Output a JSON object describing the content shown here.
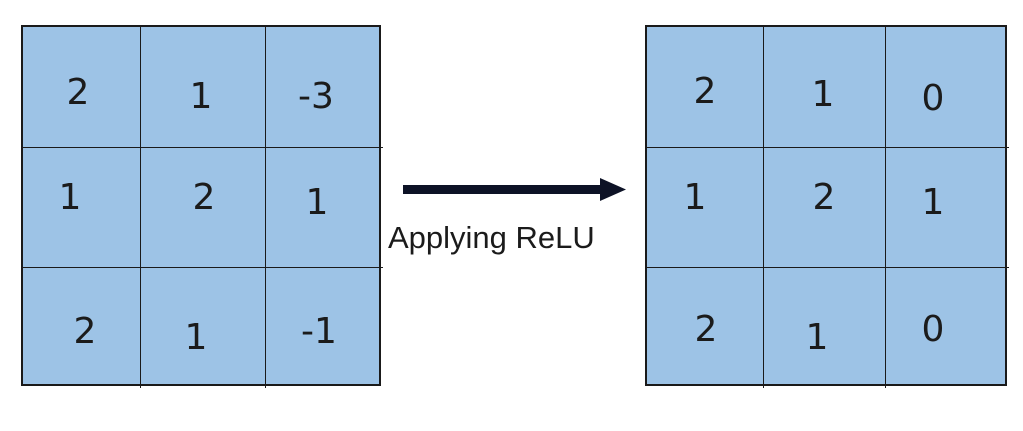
{
  "diagram": {
    "input_matrix": [
      [
        "2",
        "1",
        "-3"
      ],
      [
        "1",
        "2",
        "1"
      ],
      [
        "2",
        "1",
        "-1"
      ]
    ],
    "output_matrix": [
      [
        "2",
        "1",
        "0"
      ],
      [
        "1",
        "2",
        "1"
      ],
      [
        "2",
        "1",
        "0"
      ]
    ],
    "arrow_label": "Applying ReLU",
    "colors": {
      "cell_fill": "#9dc3e6",
      "grid_line": "#1a1a1a",
      "arrow": "#0d1226",
      "text": "#1b1b1b"
    }
  }
}
